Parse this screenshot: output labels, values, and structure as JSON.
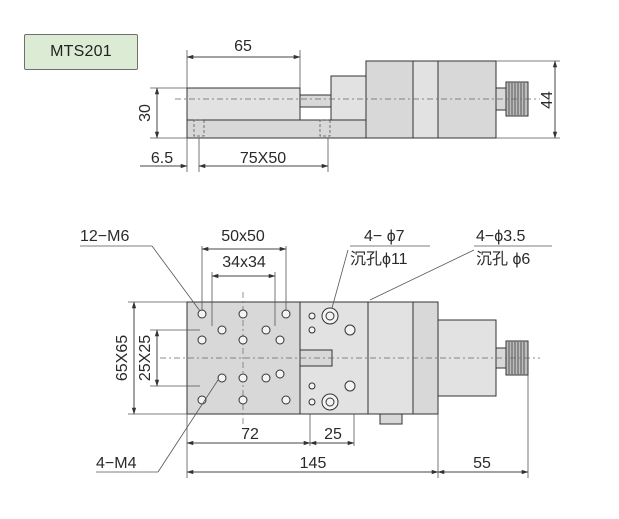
{
  "model": "MTS201",
  "side_view": {
    "dim_length": "65",
    "dim_height": "30",
    "dim_total_height": "44",
    "dim_offset": "6.5",
    "dim_table": "75X50"
  },
  "top_view": {
    "callout_m6": "12−M6",
    "dim_50x50": "50x50",
    "dim_34x34": "34x34",
    "callout_phi7": "4− ϕ7",
    "callout_counterbore11": "沉孔ϕ11",
    "callout_phi35": "4−ϕ3.5",
    "callout_counterbore6": "沉孔 ϕ6",
    "dim_65x65": "65X65",
    "dim_25x25": "25X25",
    "dim_72": "72",
    "dim_25": "25",
    "callout_m4": "4−M4",
    "dim_145": "145",
    "dim_55": "55"
  }
}
